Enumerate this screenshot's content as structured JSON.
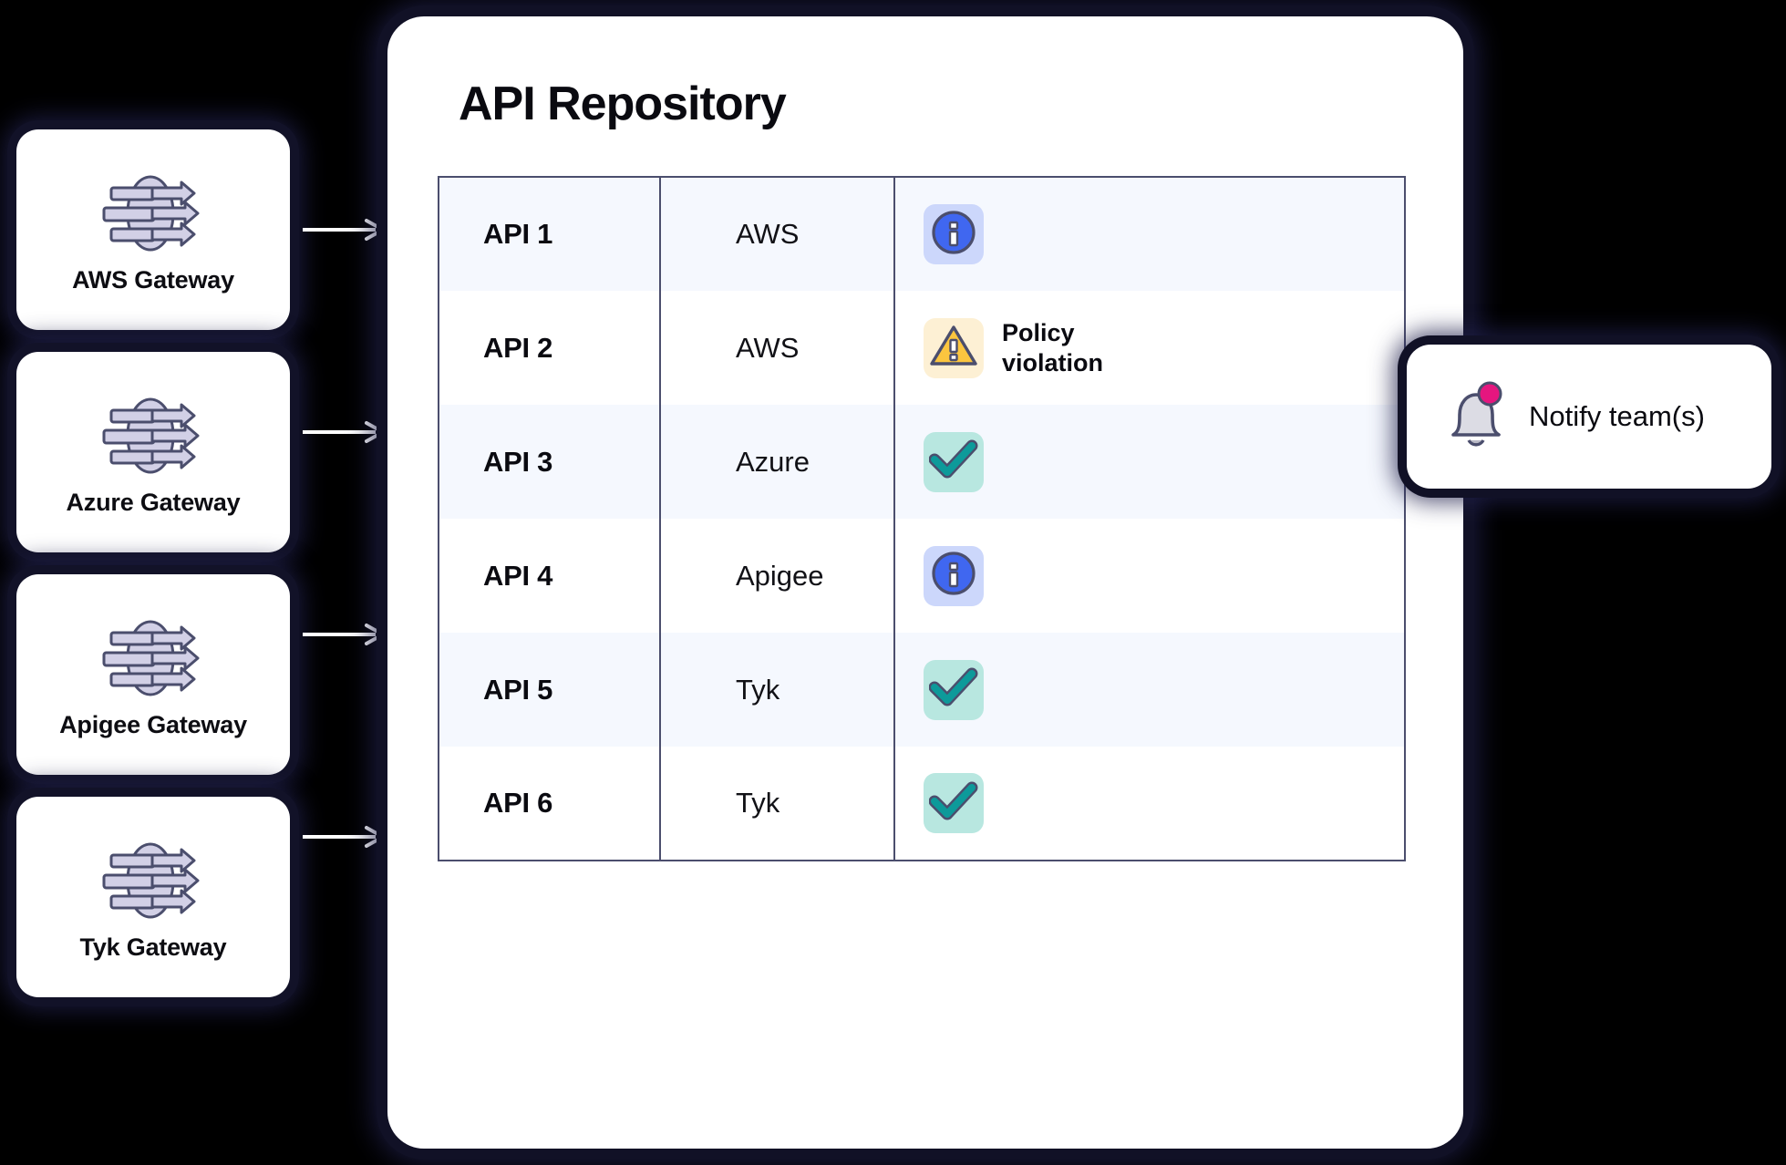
{
  "diagram": {
    "background_color": "#000000",
    "accent_colors": {
      "info_badge_bg": "#ccd7fb",
      "info_icon": "#4067f0",
      "warning_badge_bg": "#fdf0d4",
      "warning_icon": "#fbc53f",
      "ok_badge_bg": "#b8e7e0",
      "ok_icon": "#0d9a9a",
      "notify_dot": "#e5167f",
      "bell_body": "#dcdce4",
      "gateway_icon": "#d2d0e6",
      "outline": "#4b4e6d",
      "row_alt_bg": "#f5f8fe",
      "table_border": "#4b4e6d"
    }
  },
  "gateways": {
    "items": [
      {
        "label": "AWS Gateway",
        "icon": "api-gateway-icon"
      },
      {
        "label": "Azure Gateway",
        "icon": "api-gateway-icon"
      },
      {
        "label": "Apigee Gateway",
        "icon": "api-gateway-icon"
      },
      {
        "label": "Tyk Gateway",
        "icon": "api-gateway-icon"
      }
    ]
  },
  "flow": {
    "arrow_icon": "arrow-right-icon",
    "arrow_color": "#ffffff",
    "count": 4
  },
  "repository": {
    "title": "API Repository",
    "table": {
      "rows": [
        {
          "api": "API 1",
          "vendor": "AWS",
          "status_icon": "info-icon",
          "status_text": ""
        },
        {
          "api": "API 2",
          "vendor": "AWS",
          "status_icon": "warning-icon",
          "status_text": "Policy violation"
        },
        {
          "api": "API 3",
          "vendor": "Azure",
          "status_icon": "check-icon",
          "status_text": ""
        },
        {
          "api": "API 4",
          "vendor": "Apigee",
          "status_icon": "info-icon",
          "status_text": ""
        },
        {
          "api": "API 5",
          "vendor": "Tyk",
          "status_icon": "check-icon",
          "status_text": ""
        },
        {
          "api": "API 6",
          "vendor": "Tyk",
          "status_icon": "check-icon",
          "status_text": ""
        }
      ]
    }
  },
  "notify": {
    "label": "Notify team(s)",
    "icon": "bell-icon",
    "badge_icon": "notification-dot-icon"
  }
}
